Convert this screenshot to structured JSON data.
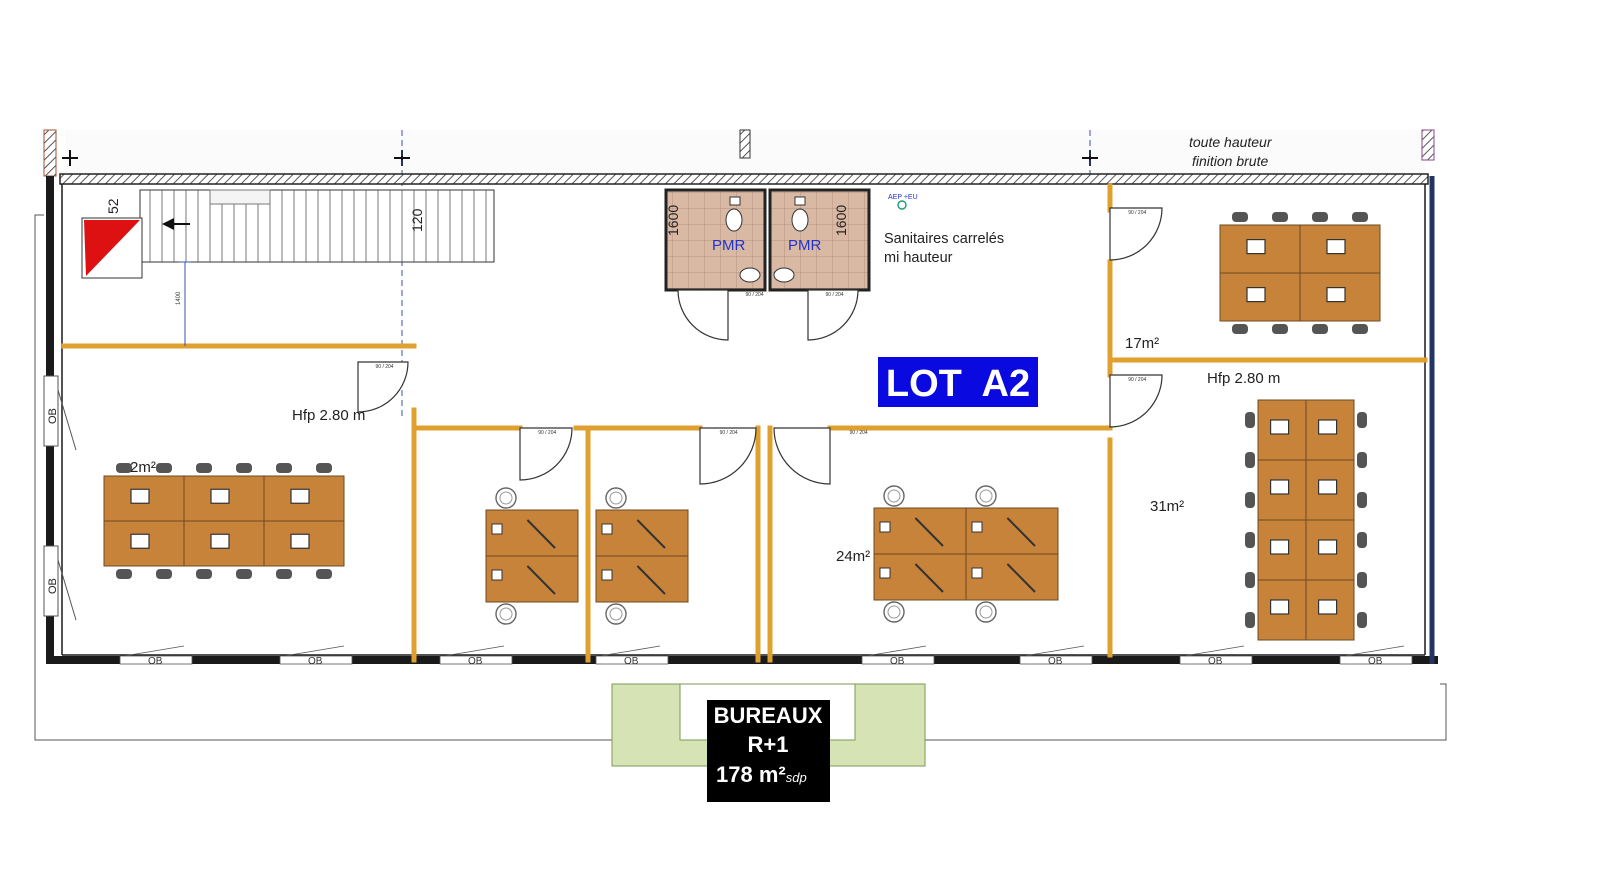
{
  "project": {
    "lot_label": "LOT  A2",
    "bureaux": {
      "line1": "BUREAUX",
      "line2": "R+1",
      "area": "178 m²",
      "area_suffix": "sdp"
    }
  },
  "notes": {
    "top_right_1": "toute hauteur",
    "top_right_2": "finition brute",
    "sanitaires_1": "Sanitaires carrelés",
    "sanitaires_2": "mi hauteur",
    "aep": "AEP +EU"
  },
  "rooms": {
    "area_left": "2m²",
    "area_24": "24m²",
    "area_17": "17m²",
    "area_31": "31m²",
    "hfp_left": "Hfp 2.80 m",
    "hfp_right": "Hfp 2.80 m"
  },
  "restrooms": {
    "label_a": "PMR",
    "label_b": "PMR"
  },
  "dimensions": {
    "d52": "52",
    "d120": "120",
    "d1400": "1400",
    "d1600a": "1600",
    "d1600b": "1600"
  },
  "window_tag": "OB",
  "door_tag": "90 / 204",
  "colors": {
    "wall": "#1a1a1a",
    "partition": "#e0a030",
    "desk": "#c8833a",
    "chair": "#555555",
    "lot_bg": "#0a0ae0",
    "tile": "#d9b8a4",
    "terrace": "#d6e4b5",
    "bureaux_bg": "#000000"
  }
}
